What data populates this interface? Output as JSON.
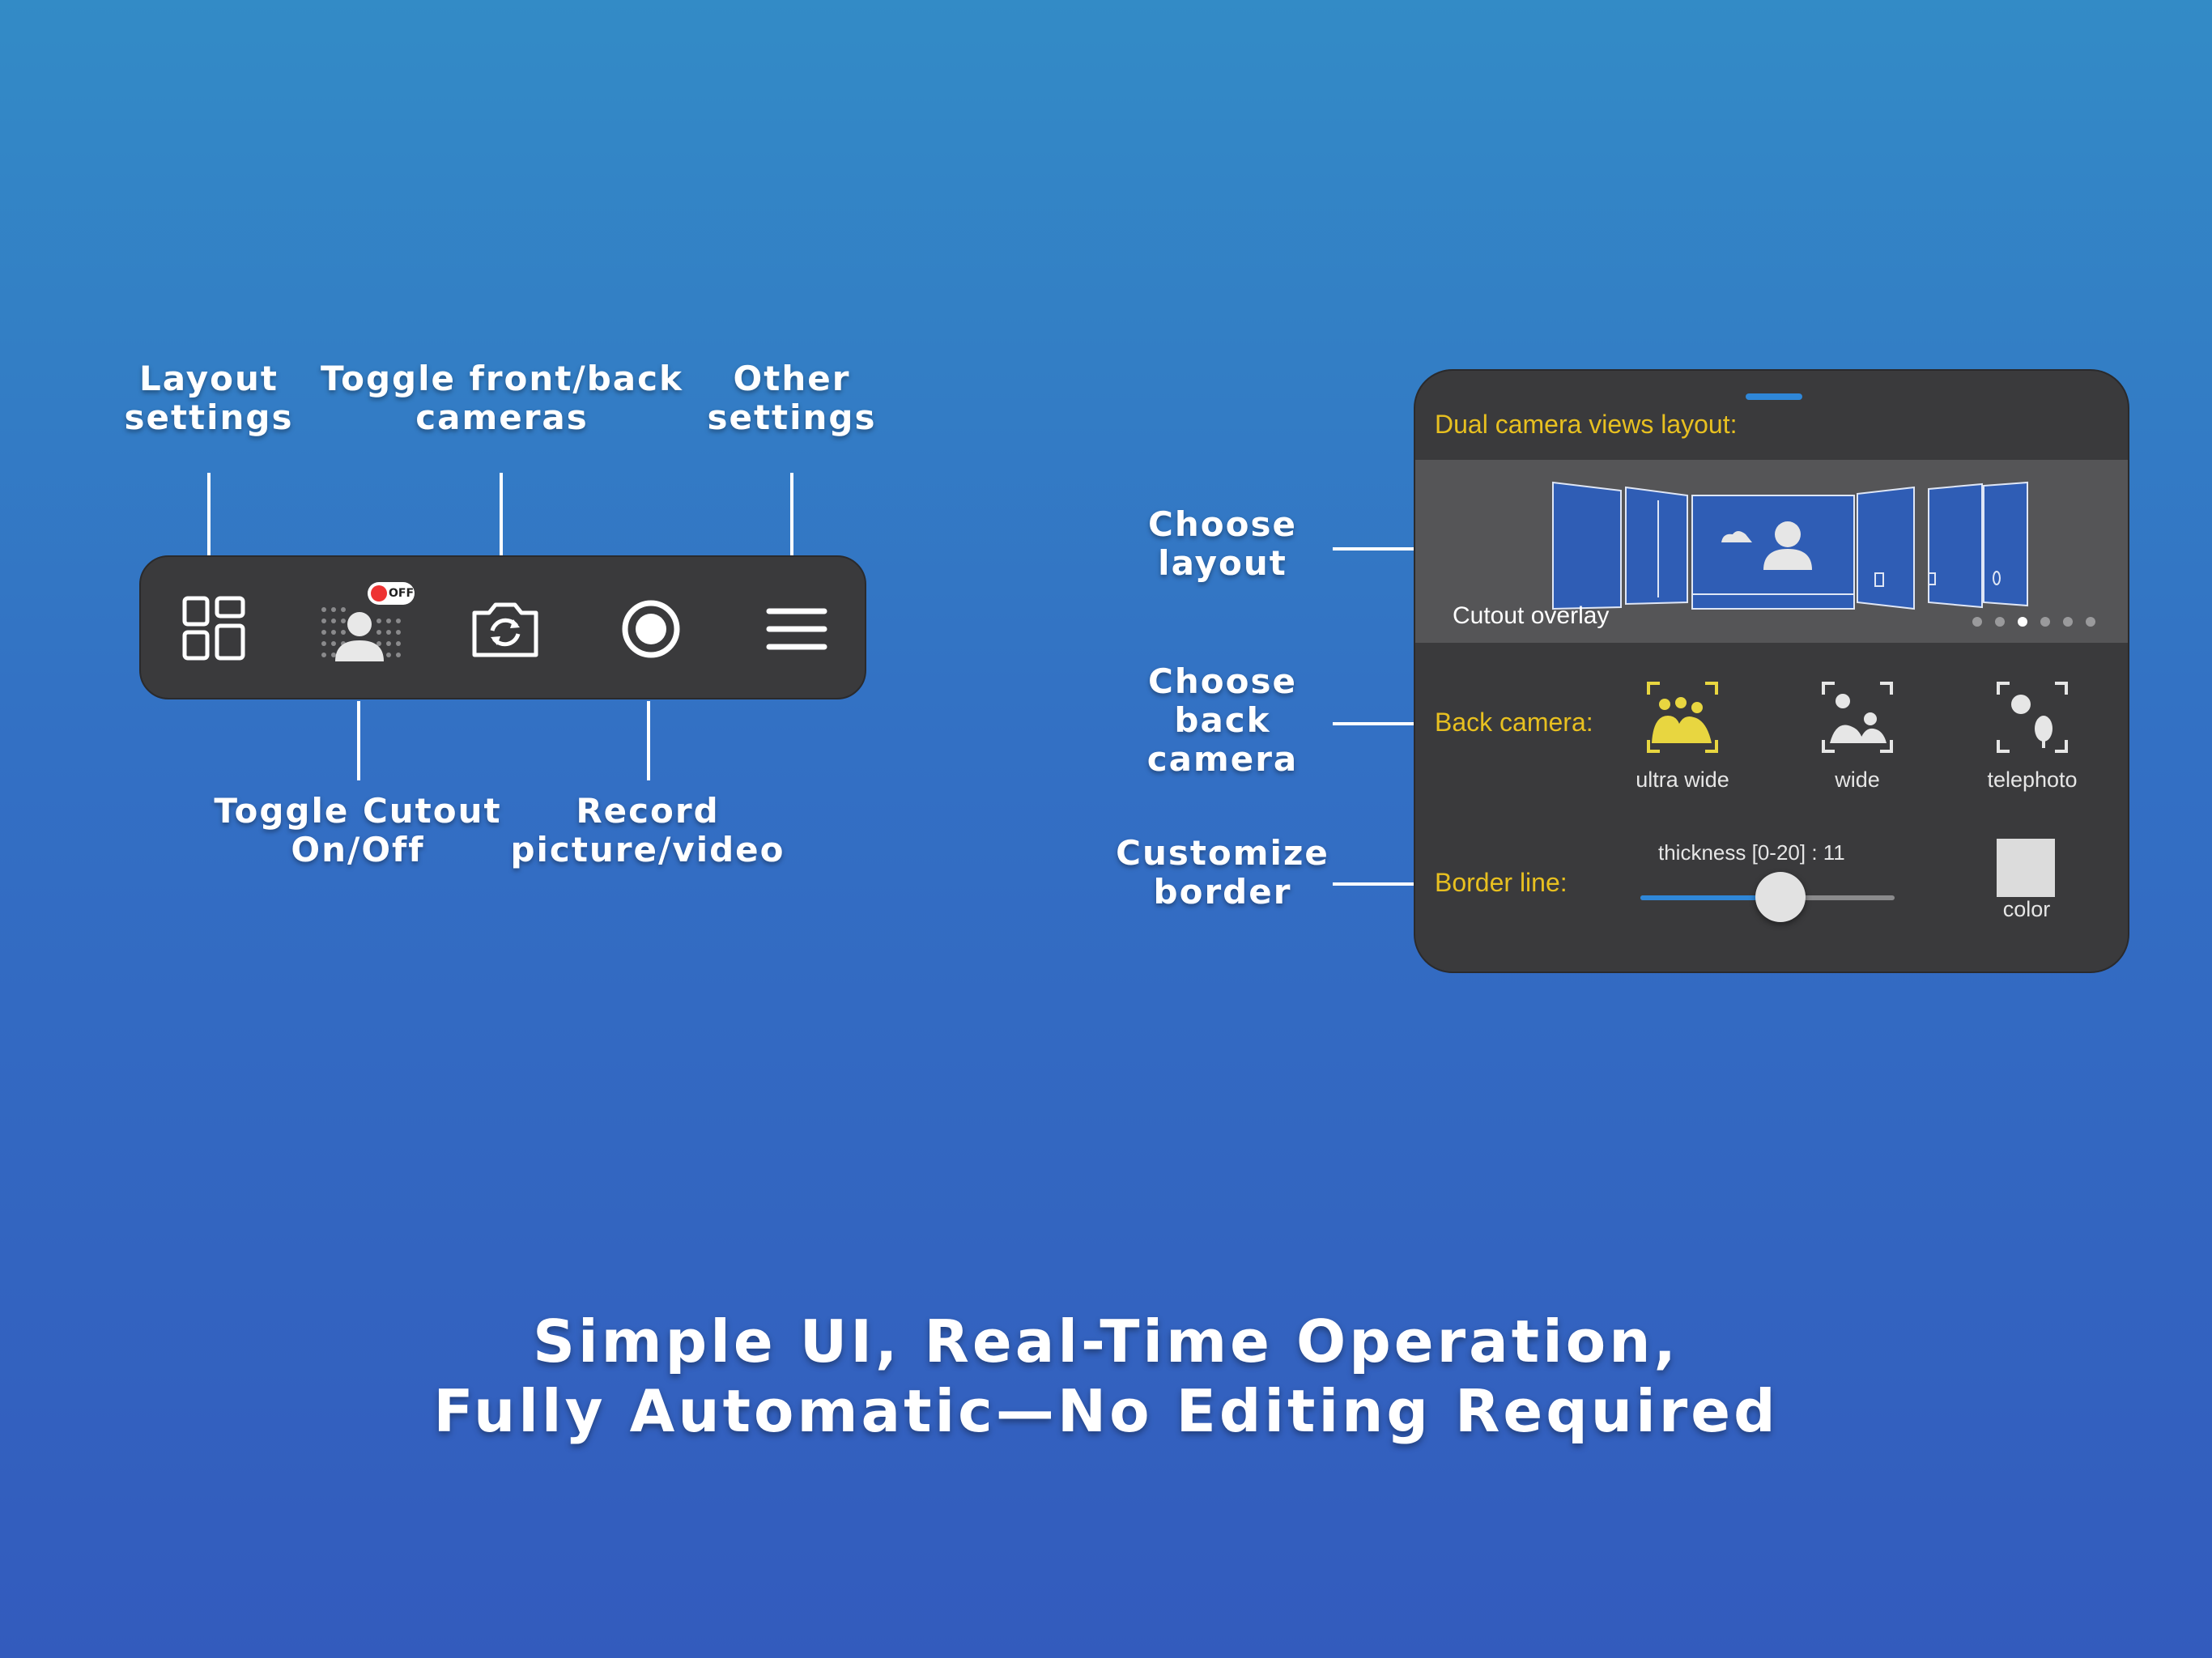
{
  "callouts": {
    "layout_settings": "Layout\nsettings",
    "toggle_cameras": "Toggle front/back\ncameras",
    "other_settings": "Other\nsettings",
    "toggle_cutout": "Toggle Cutout\nOn/Off",
    "record": "Record\npicture/video",
    "choose_layout": "Choose\nlayout",
    "choose_back_camera": "Choose\nback\ncamera",
    "customize_border": "Customize\nborder"
  },
  "toolbar": {
    "buttons": [
      "grid-icon",
      "cutout-person-icon",
      "camera-switch-icon",
      "record-icon",
      "menu-icon"
    ],
    "cutout_badge": "OFF"
  },
  "panel": {
    "title": "Dual camera views layout:",
    "carousel": {
      "overlay_label": "Cutout overlay",
      "page_count": 6,
      "active_page": 3
    },
    "back_camera": {
      "label": "Back camera:",
      "options": [
        "ultra wide",
        "wide",
        "telephoto"
      ],
      "selected": "ultra wide"
    },
    "border": {
      "label": "Border line:",
      "thickness_label": "thickness [0-20] : 11",
      "thickness_min": 0,
      "thickness_max": 20,
      "thickness_value": 11,
      "color_label": "color",
      "color_value": "#dcdcdc"
    }
  },
  "headline": {
    "line1": "Simple UI, Real-Time Operation,",
    "line2": "Fully Automatic—No Editing Required"
  },
  "colors": {
    "accent_yellow": "#e8c020",
    "accent_blue": "#2f87d8",
    "panel_bg": "#3a3a3c",
    "layout_tile_blue": "#2f5db5"
  }
}
